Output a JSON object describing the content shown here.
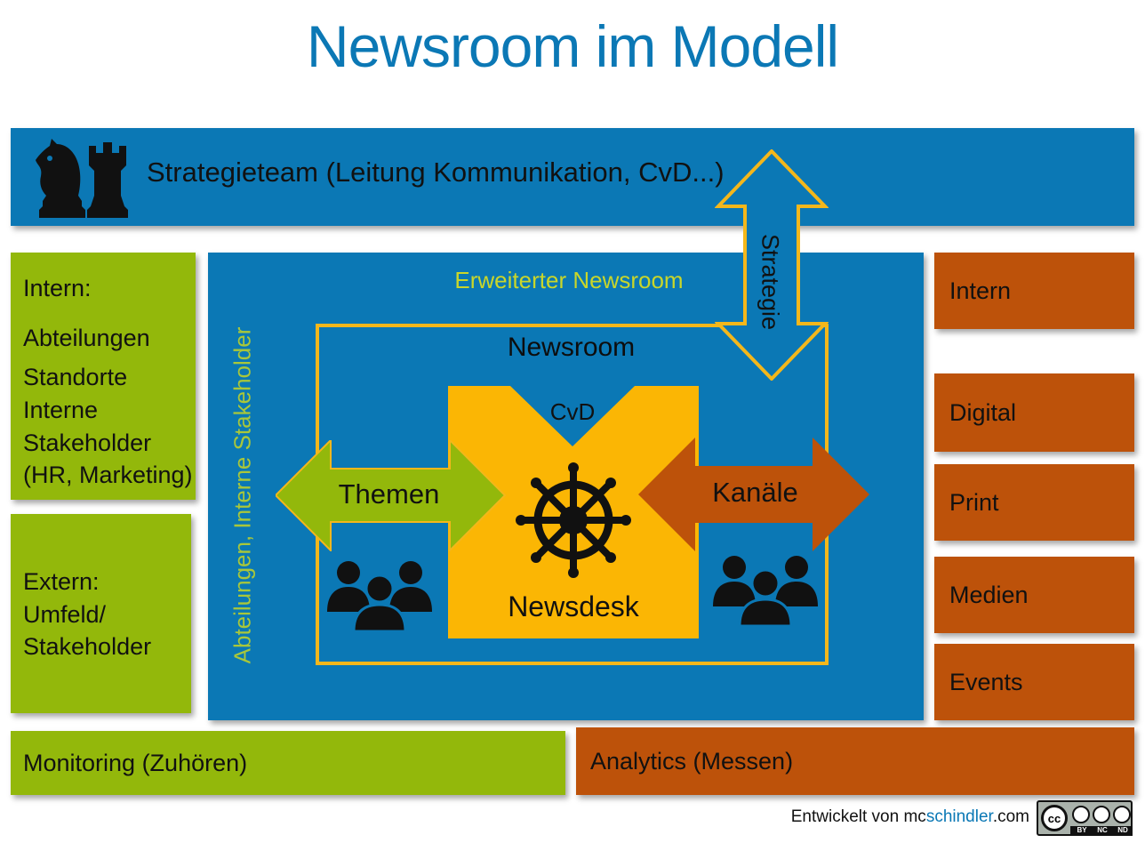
{
  "title": "Newsroom im Modell",
  "strategieteam": {
    "label": "Strategieteam (Leitung Kommunikation, CvD...)"
  },
  "intern_panel": {
    "heading": "Intern:",
    "items": [
      "Abteilungen",
      "Standorte",
      "Interne",
      "Stakeholder",
      "(HR, Marketing)"
    ]
  },
  "extern_panel": {
    "lines": [
      "Extern:",
      "Umfeld/",
      "Stakeholder"
    ]
  },
  "center": {
    "vertical_label": "Abteilungen, Interne Stakeholder",
    "extended_label": "Erweiterter Newsroom",
    "newsroom_label": "Newsroom",
    "cvd_label": "CvD",
    "newsdesk_label": "Newsdesk",
    "themen_label": "Themen",
    "kanaele_label": "Kanäle",
    "strategie_label": "Strategie"
  },
  "channels": [
    "Intern",
    "Digital",
    "Print",
    "Medien",
    "Events"
  ],
  "monitoring": {
    "label": "Monitoring (Zuhören)"
  },
  "analytics": {
    "label": "Analytics (Messen)"
  },
  "footer": {
    "prefix": "Entwickelt von ",
    "brand_a": "mc",
    "brand_b": "schindler",
    "suffix": ".com"
  },
  "license": {
    "cc": "cc",
    "parts": [
      "BY",
      "NC",
      "ND"
    ]
  },
  "colors": {
    "blue": "#0b78b5",
    "green": "#93b80b",
    "orange": "#bd520a",
    "yellow": "#fbb604",
    "outline_yellow": "#f4b71b"
  },
  "icons": [
    "chess-knight-icon",
    "chess-rook-icon",
    "ship-wheel-icon",
    "people-group-icon",
    "creative-commons-icon"
  ]
}
